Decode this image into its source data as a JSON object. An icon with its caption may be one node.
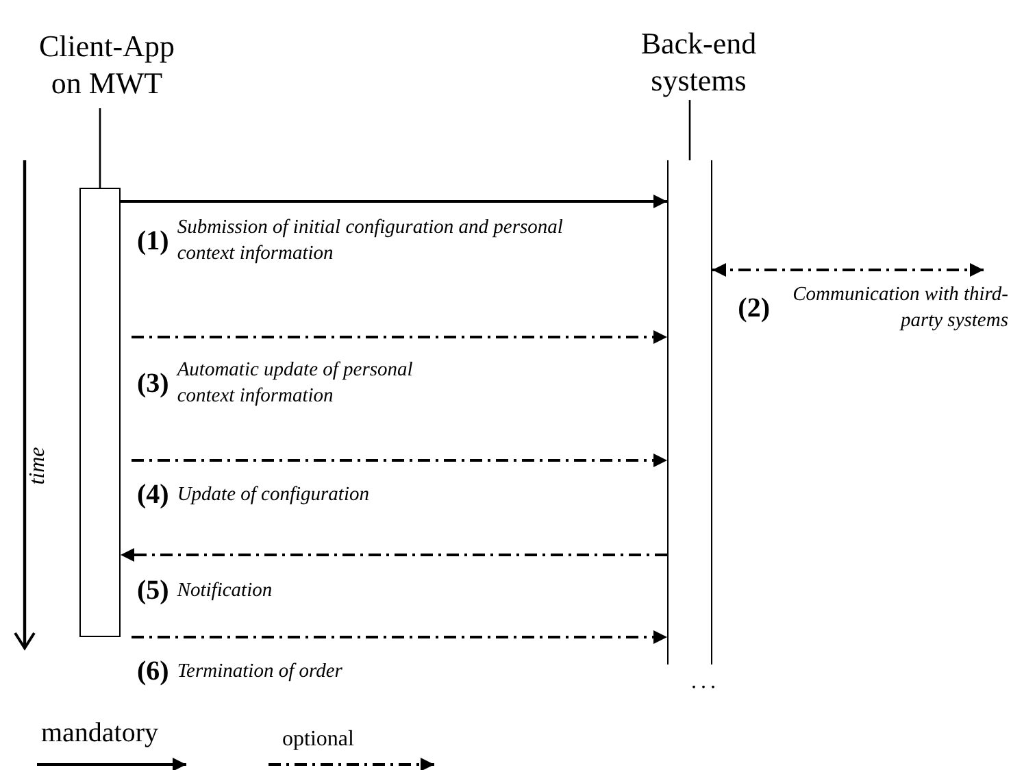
{
  "diagram": {
    "nodes": [
      {
        "text": [
          "Client-App on MWT"
        ]
      },
      {
        "text": [],
        "shape": "bar"
      },
      {
        "text": [
          "Back-end systems"
        ]
      },
      {
        "text": [],
        "shape": "column"
      }
    ],
    "edges": [
      {
        "from": 0,
        "to": 1,
        "arrow": "none"
      },
      {
        "from": 2,
        "to": 3,
        "arrow": "none"
      },
      {
        "from": 1,
        "to": 3,
        "arrow": "to",
        "label": "**(1)** *Submission of initial configuration and personal context information*"
      },
      {
        "from": 3,
        "to": null,
        "arrow": "both",
        "style": "dashed",
        "label": "**(2)** *Communication with third-party systems*"
      },
      {
        "from": 1,
        "to": 3,
        "arrow": "to",
        "style": "dashed",
        "label": "**(3)** *Automatic update of personal context information*"
      },
      {
        "from": 1,
        "to": 3,
        "arrow": "to",
        "style": "dashed",
        "label": "**(4)** *Update of configuration*"
      },
      {
        "from": 3,
        "to": 1,
        "arrow": "to",
        "style": "dashed",
        "label": "**(5)** *Notification*"
      },
      {
        "from": 1,
        "to": 3,
        "arrow": "to",
        "style": "dashed",
        "label": "**(6)** *Termination of order*"
      }
    ],
    "labels": [
      "time",
      "..."
    ],
    "legend": [
      {
        "text": "mandatory"
      },
      {
        "text": "optional"
      }
    ]
  }
}
